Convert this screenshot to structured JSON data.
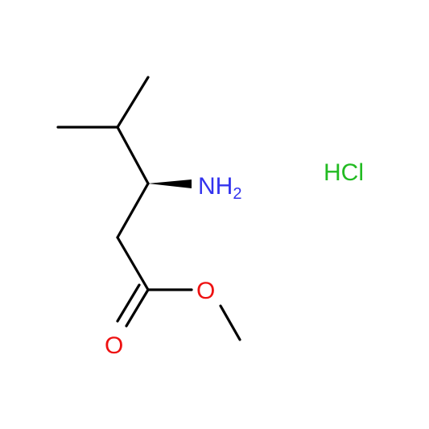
{
  "molecule": {
    "atoms": {
      "amine": {
        "label": "NH",
        "subscript": "2",
        "color": "#3333ee"
      },
      "carbonyl_oxygen": {
        "label": "O",
        "color": "#ee1111"
      },
      "ester_oxygen": {
        "label": "O",
        "color": "#ee1111"
      }
    },
    "salt": {
      "label": "HCl",
      "color": "#22bb22"
    },
    "stereo_bond": "wedge",
    "bond_color": "#000000"
  }
}
